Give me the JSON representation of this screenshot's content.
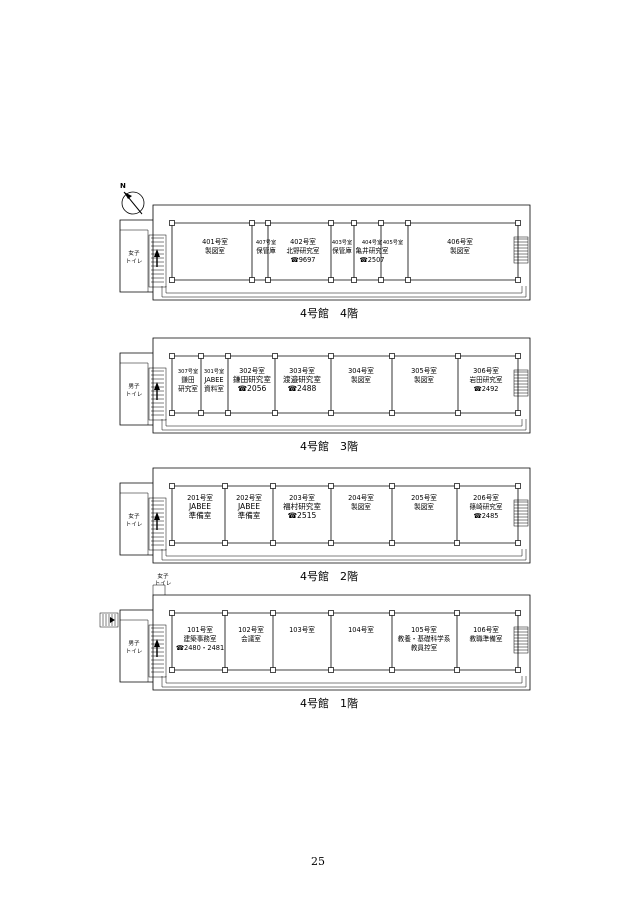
{
  "compass": {
    "label": "N"
  },
  "floors": [
    {
      "id": "floor-4",
      "title": "4号館　4階",
      "toilet": [
        "女子",
        "トイレ"
      ],
      "rooms": [
        {
          "lines": [
            "401号室",
            "製図室"
          ]
        },
        {
          "lines": [
            "407号室",
            "保管庫"
          ]
        },
        {
          "lines": [
            "402号室",
            "北野研究室",
            "☎9697"
          ]
        },
        {
          "lines": [
            "403号室",
            "保管庫"
          ]
        },
        {
          "lines": [
            "404号室",
            "亀井研究室",
            "☎2507"
          ]
        },
        {
          "lines": [
            "405号室"
          ]
        },
        {
          "lines": [
            "406号室",
            "製図室"
          ]
        }
      ]
    },
    {
      "id": "floor-3",
      "title": "4号館　3階",
      "toilet": [
        "男子",
        "トイレ"
      ],
      "rooms": [
        {
          "lines": [
            "307号室",
            "鎌田",
            "研究室"
          ]
        },
        {
          "lines": [
            "301号室",
            "JABEE",
            "資料室"
          ]
        },
        {
          "lines": [
            "302号室",
            "鎌田研究室",
            "☎2056"
          ]
        },
        {
          "lines": [
            "303号室",
            "渡邉研究室",
            "☎2488"
          ]
        },
        {
          "lines": [
            "304号室",
            "製図室"
          ]
        },
        {
          "lines": [
            "305号室",
            "製図室"
          ]
        },
        {
          "lines": [
            "306号室",
            "岩田研究室",
            "☎2492"
          ]
        }
      ]
    },
    {
      "id": "floor-2",
      "title": "4号館　2階",
      "toilet": [
        "女子",
        "トイレ"
      ],
      "rooms": [
        {
          "lines": [
            "201号室",
            "JABEE",
            "準備室"
          ]
        },
        {
          "lines": [
            "202号室",
            "JABEE",
            "準備室"
          ]
        },
        {
          "lines": [
            "203号室",
            "福村研究室",
            "☎2515"
          ]
        },
        {
          "lines": [
            "204号室",
            "製図室"
          ]
        },
        {
          "lines": [
            "205号室",
            "製図室"
          ]
        },
        {
          "lines": [
            "206号室",
            "篠崎研究室",
            "☎2485"
          ]
        }
      ]
    },
    {
      "id": "floor-1",
      "title": "4号館　1階",
      "toilet": [
        "男子",
        "トイレ"
      ],
      "toilet2": [
        "女子",
        "トイレ"
      ],
      "rooms": [
        {
          "lines": [
            "101号室",
            "建築事務室",
            "☎2480・2481"
          ]
        },
        {
          "lines": [
            "102号室",
            "会議室"
          ]
        },
        {
          "lines": [
            "103号室"
          ]
        },
        {
          "lines": [
            "104号室"
          ]
        },
        {
          "lines": [
            "105号室",
            "教養・基礎科学系",
            "教員控室"
          ]
        },
        {
          "lines": [
            "106号室",
            "教職準備室"
          ]
        }
      ]
    }
  ],
  "page_number": "25"
}
